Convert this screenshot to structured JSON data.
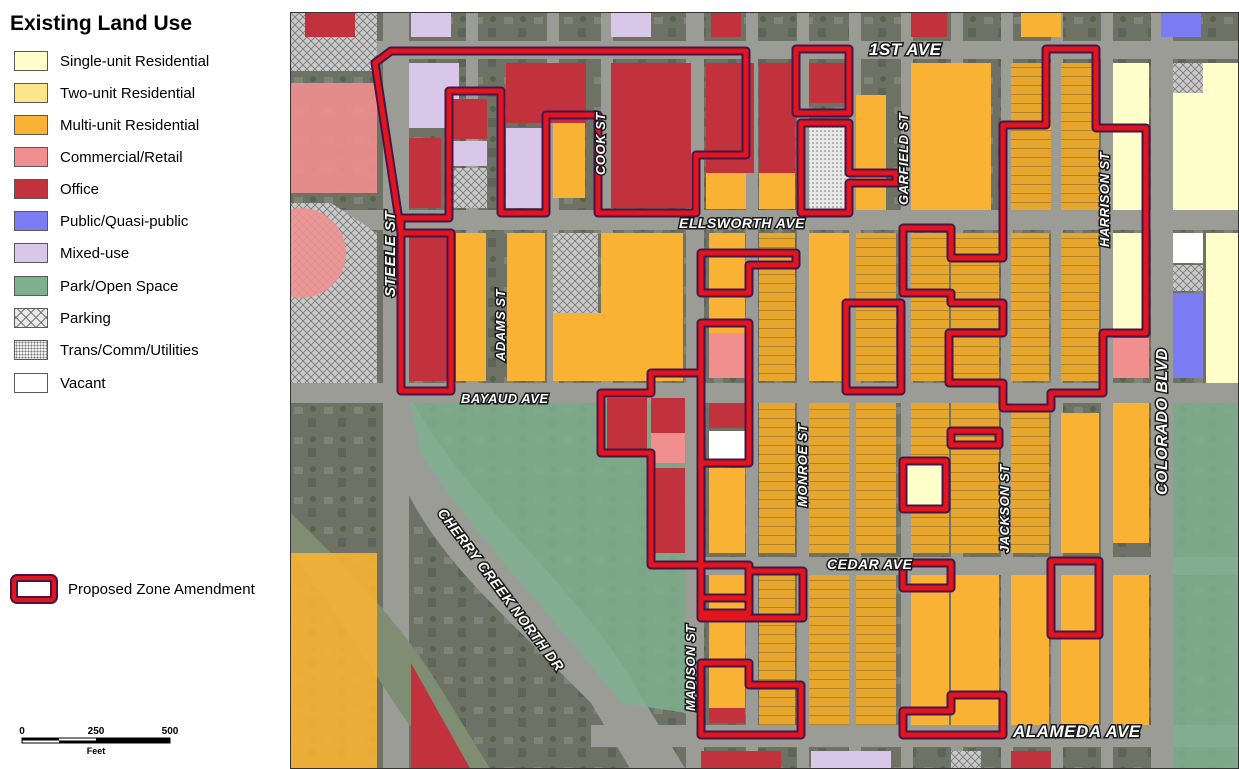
{
  "legend": {
    "title": "Existing Land Use",
    "items": [
      {
        "label": "Single-unit Residential",
        "color": "#ffffcc"
      },
      {
        "label": "Two-unit Residential",
        "color": "#fde68a"
      },
      {
        "label": "Multi-unit Residential",
        "color": "#f9b233"
      },
      {
        "label": "Commercial/Retail",
        "color": "#f18f8f"
      },
      {
        "label": "Office",
        "color": "#c1323c"
      },
      {
        "label": "Public/Quasi-public",
        "color": "#7b7bf2"
      },
      {
        "label": "Mixed-use",
        "color": "#d9c7ea"
      },
      {
        "label": "Park/Open Space",
        "color": "#7fb08e"
      },
      {
        "label": "Parking",
        "color": "hatch"
      },
      {
        "label": "Trans/Comm/Utilities",
        "color": "dots"
      },
      {
        "label": "Vacant",
        "color": "#ffffff"
      }
    ],
    "zone_amendment": {
      "label": "Proposed Zone Amendment",
      "stroke": "#e3141c",
      "outline": "#46164a"
    },
    "scale": {
      "ticks": [
        "0",
        "250",
        "500"
      ],
      "unit": "Feet"
    }
  },
  "map": {
    "streets": {
      "first_ave": "1ST AVE",
      "ellsworth": "ELLSWORTH AVE",
      "bayaud": "BAYAUD AVE",
      "cedar": "CEDAR AVE",
      "alameda": "ALAMEDA AVE",
      "steele": "STEELE ST",
      "adams": "ADAMS ST",
      "cook": "COOK ST",
      "garfield": "GARFIELD ST",
      "harrison": "HARRISON ST",
      "monroe": "MONROE ST",
      "jackson": "JACKSON ST",
      "madison": "MADISON ST",
      "colorado": "COLORADO BLVD",
      "cherry_creek": "CHERRY CREEK NORTH DR"
    }
  }
}
